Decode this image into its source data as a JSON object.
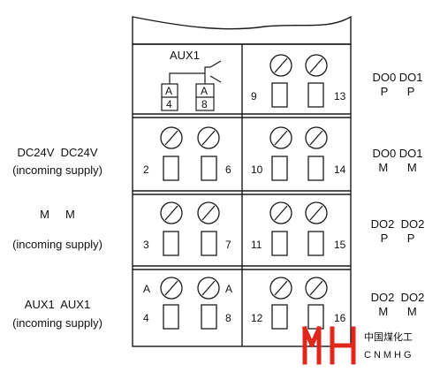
{
  "colors": {
    "line": "#1a1a1a",
    "logo_red": "#e1261c",
    "logo_text": "#333333"
  },
  "left_labels": {
    "row1": {
      "line1": "DC24V  DC24V",
      "line2": "(incoming supply)"
    },
    "row2": {
      "line1": "M     M",
      "line2": "(incoming supply)"
    },
    "row3": {
      "line1": "AUX1  AUX1",
      "line2": "(incoming supply)"
    }
  },
  "right_labels": {
    "row0": {
      "line1": "DO0 DO1",
      "line2": "P      P"
    },
    "row1": {
      "line1": "DO0 DO1",
      "line2": "M      M"
    },
    "row2": {
      "line1": "DO2  DO2",
      "line2": "P      P"
    },
    "row3": {
      "line1": "DO2  DO2",
      "line2": "M      M"
    }
  },
  "aux": {
    "title": "AUX1",
    "contact_a_top": "A",
    "contact_a_num": "4",
    "contact_b_top": "A",
    "contact_b_num": "8"
  },
  "terminals": {
    "t9": "9",
    "t13": "13",
    "t2": "2",
    "t6": "6",
    "t10": "10",
    "t14": "14",
    "t3": "3",
    "t7": "7",
    "t11": "11",
    "t15": "15",
    "t4": "4",
    "t8": "8",
    "t12": "12",
    "t16": "16",
    "a_left": "A",
    "a_right": "A"
  },
  "logo": {
    "chinese": "中国煤化工",
    "latin": "CNMHG"
  }
}
